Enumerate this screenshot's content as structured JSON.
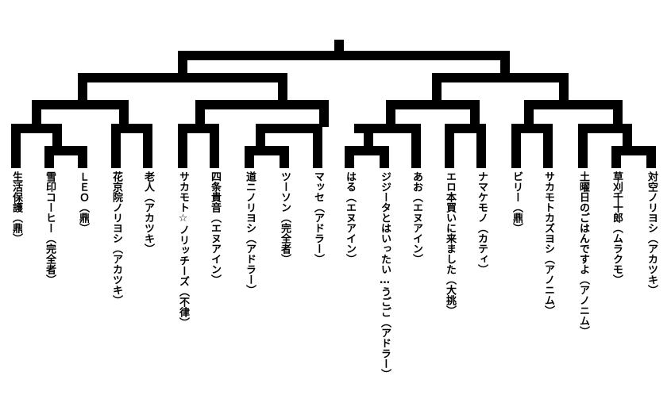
{
  "bracket": {
    "line_color": "#000000",
    "entrants": [
      {
        "name": "生活保護（鼎）"
      },
      {
        "name": "雪印コーヒー（完全者）"
      },
      {
        "name": "ＬＥＯ（鼎）"
      },
      {
        "name": "花京院ノリヨシ（アカツキ）"
      },
      {
        "name": "老人（アカツキ）"
      },
      {
        "name": "サカモト☆ノリッチーズ（不律）"
      },
      {
        "name": "四条貴音（エヌアイン）"
      },
      {
        "name": "道ニノリヨシ（アドラー）"
      },
      {
        "name": "ツーソン（完全者）"
      },
      {
        "name": "マッセ（アドラー）"
      },
      {
        "name": "はる（エヌアイン）"
      },
      {
        "name": "ジジータとはいったい…うごご（アドラー）"
      },
      {
        "name": "あお（エヌアイン）"
      },
      {
        "name": "エロ本買いに来ました（大挑）"
      },
      {
        "name": "ナマケモノ（カティ）"
      },
      {
        "name": "ビリー（鼎）"
      },
      {
        "name": "サカモトカズヨシ（アノニム）"
      },
      {
        "name": "土曜日のごはんですよ（アノニム）"
      },
      {
        "name": "草刈千十郎（ムラクモ）"
      },
      {
        "name": "対空ノリヨシ（アカツキ）"
      }
    ]
  }
}
